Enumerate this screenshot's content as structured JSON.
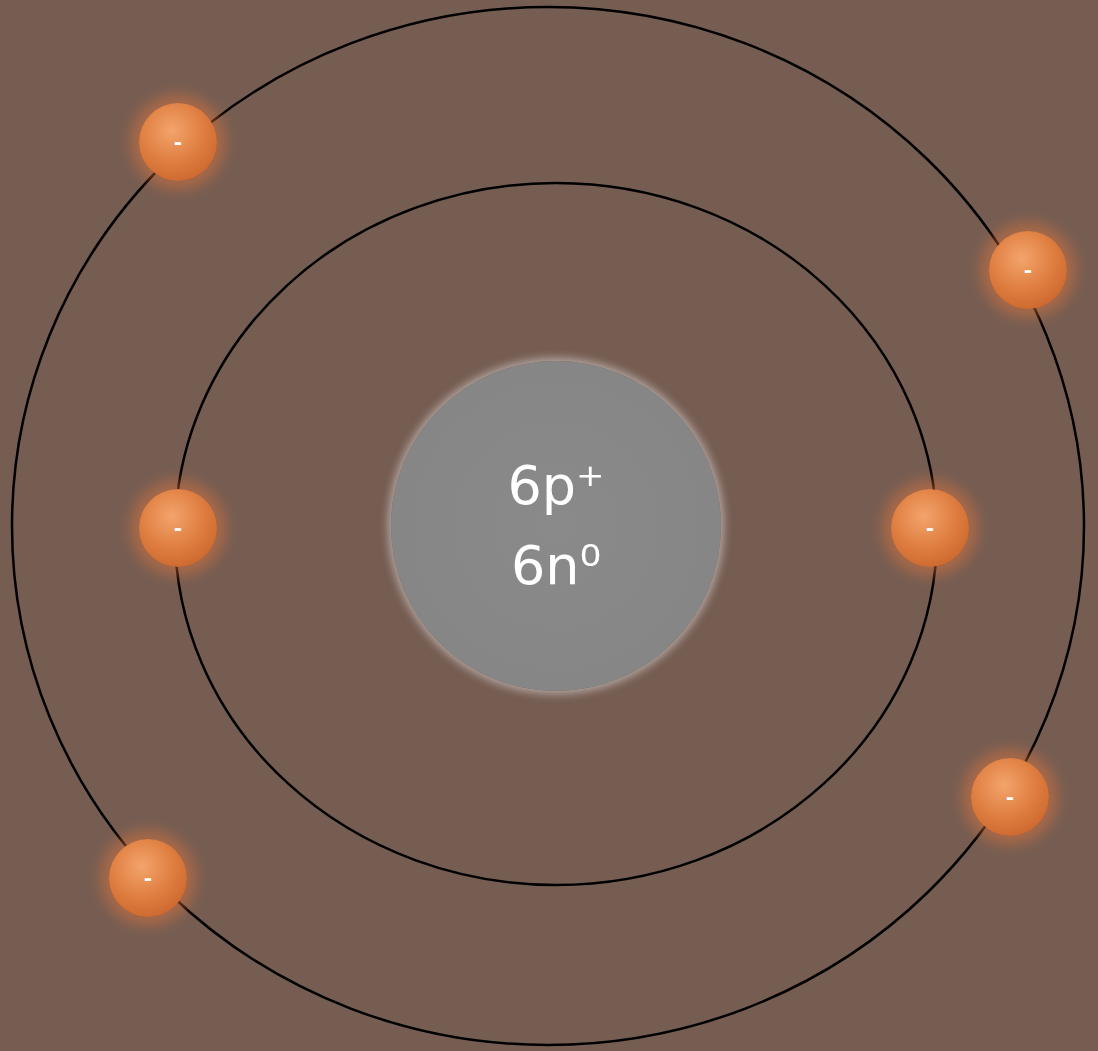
{
  "diagram": {
    "nodes": [
      {
        "text": [
          "-"
        ]
      },
      {
        "text": [
          "-"
        ]
      },
      {
        "text": [
          "-"
        ]
      },
      {
        "text": [
          "6p⁺",
          "6n⁰"
        ]
      },
      {
        "text": [
          "-"
        ]
      },
      {
        "text": [
          "-"
        ]
      },
      {
        "text": [
          "-"
        ]
      }
    ]
  }
}
